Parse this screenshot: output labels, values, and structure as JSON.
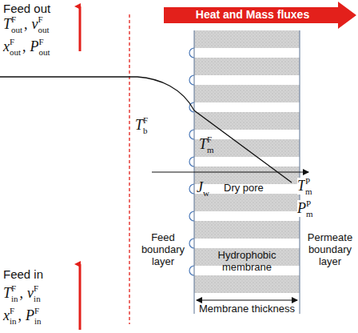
{
  "diagram": {
    "labels": [
      "Feed out",
      "T",
      "F",
      "out",
      ",",
      "v",
      "F",
      "out",
      "x",
      "F",
      "out",
      ",",
      "P",
      "F",
      "out",
      "Feed in",
      "T",
      "F",
      "in",
      ",",
      "v",
      "F",
      "in",
      "x",
      "F",
      "in",
      ",",
      "P",
      "F",
      "in",
      "Heat and Mass fluxes",
      "T",
      "F",
      "b",
      "T",
      "F",
      "m",
      "J",
      "w",
      "Dry pore",
      "T",
      "P",
      "m",
      "P",
      "P",
      "m",
      "Feed boundary layer",
      "Hydrophobic membrane",
      "Membrane thickness",
      "Permeate boundary layer"
    ]
  }
}
